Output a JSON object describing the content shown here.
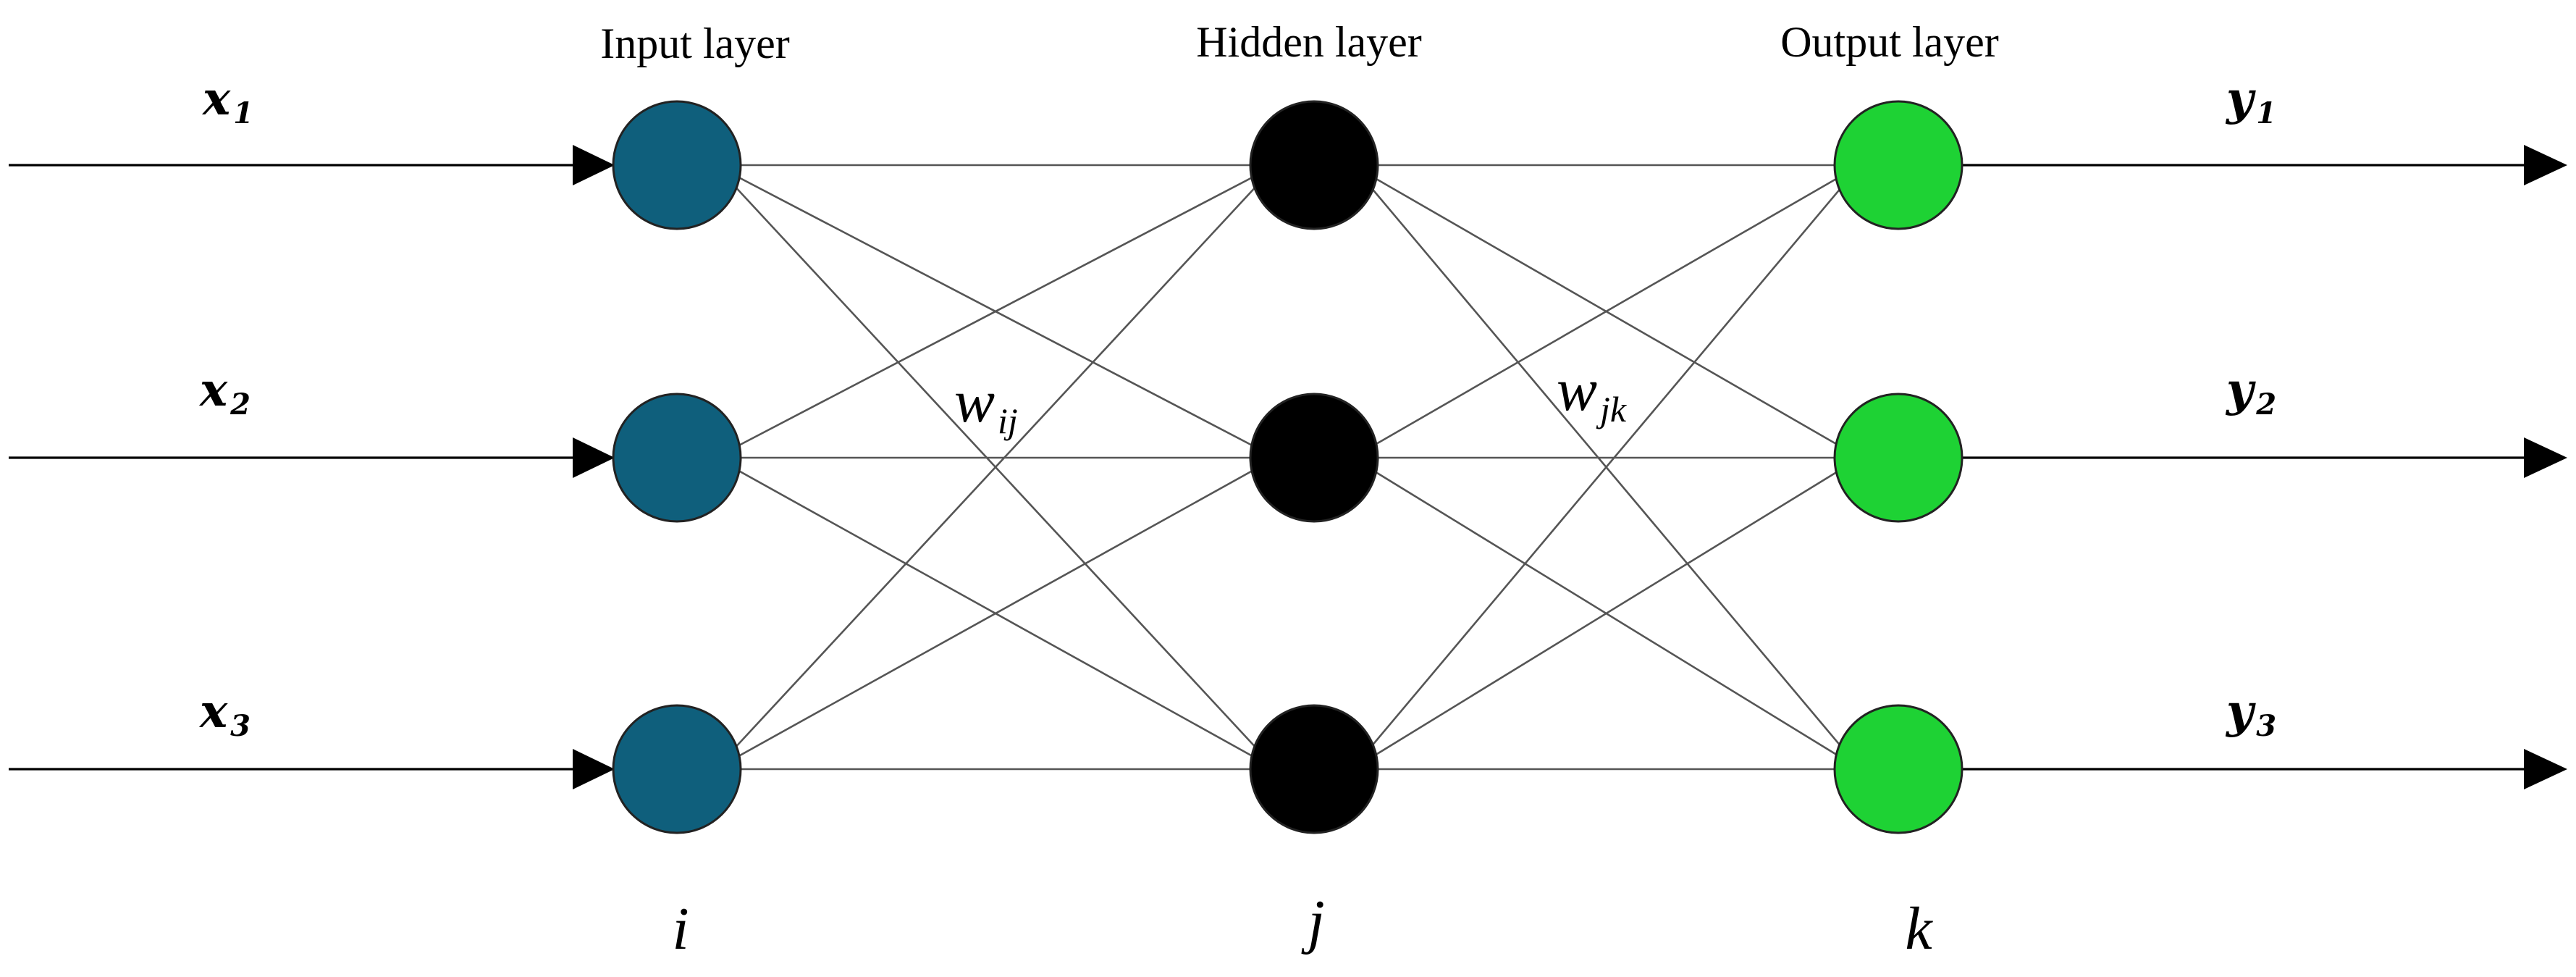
{
  "layers": {
    "input": {
      "title": "Input layer",
      "index": "i",
      "color": "#0f5f7c"
    },
    "hidden": {
      "title": "Hidden layer",
      "index": "j",
      "color": "#000000"
    },
    "output": {
      "title": "Output layer",
      "index": "k",
      "color": "#1ed234"
    }
  },
  "inputs": [
    {
      "base": "x",
      "sub": "1"
    },
    {
      "base": "x",
      "sub": "2"
    },
    {
      "base": "x",
      "sub": "3"
    }
  ],
  "outputs": [
    {
      "base": "y",
      "sub": "1"
    },
    {
      "base": "y",
      "sub": "2"
    },
    {
      "base": "y",
      "sub": "3"
    }
  ],
  "weights": {
    "input_hidden": {
      "base": "w",
      "sub": "ij"
    },
    "hidden_output": {
      "base": "w",
      "sub": "jk"
    }
  },
  "nodes_per_layer": 3
}
